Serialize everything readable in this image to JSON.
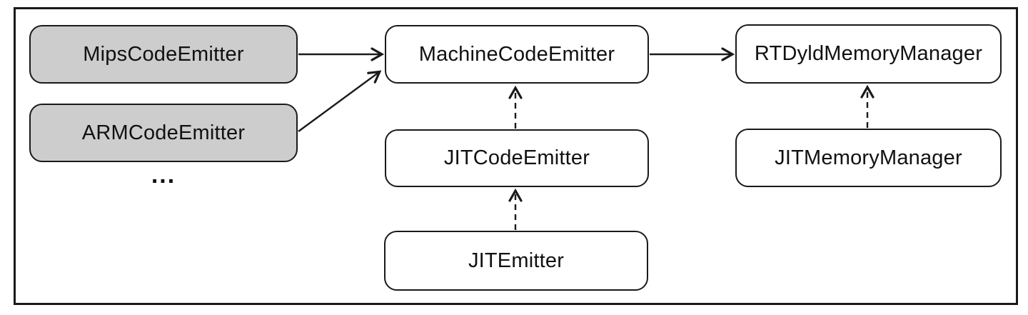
{
  "diagram": {
    "nodes": {
      "mips": {
        "label": "MipsCodeEmitter",
        "fill": "#cdcdcd"
      },
      "arm": {
        "label": "ARMCodeEmitter",
        "fill": "#cdcdcd"
      },
      "ellipsis": {
        "label": "..."
      },
      "machine": {
        "label": "MachineCodeEmitter",
        "fill": "#ffffff"
      },
      "jitcode": {
        "label": "JITCodeEmitter",
        "fill": "#ffffff"
      },
      "jitemitter": {
        "label": "JITEmitter",
        "fill": "#ffffff"
      },
      "rtdyld": {
        "label": "RTDyldMemoryManager",
        "fill": "#ffffff"
      },
      "jitmem": {
        "label": "JITMemoryManager",
        "fill": "#ffffff"
      }
    },
    "edges": [
      {
        "from": "MipsCodeEmitter",
        "to": "MachineCodeEmitter",
        "style": "solid"
      },
      {
        "from": "ARMCodeEmitter",
        "to": "MachineCodeEmitter",
        "style": "solid"
      },
      {
        "from": "MachineCodeEmitter",
        "to": "RTDyldMemoryManager",
        "style": "solid"
      },
      {
        "from": "JITCodeEmitter",
        "to": "MachineCodeEmitter",
        "style": "dashed"
      },
      {
        "from": "JITEmitter",
        "to": "JITCodeEmitter",
        "style": "dashed"
      },
      {
        "from": "JITMemoryManager",
        "to": "RTDyldMemoryManager",
        "style": "dashed"
      }
    ],
    "colors": {
      "border": "#1a1a1a",
      "gray_fill": "#cdcdcd",
      "white_fill": "#ffffff",
      "background": "#ffffff"
    }
  }
}
